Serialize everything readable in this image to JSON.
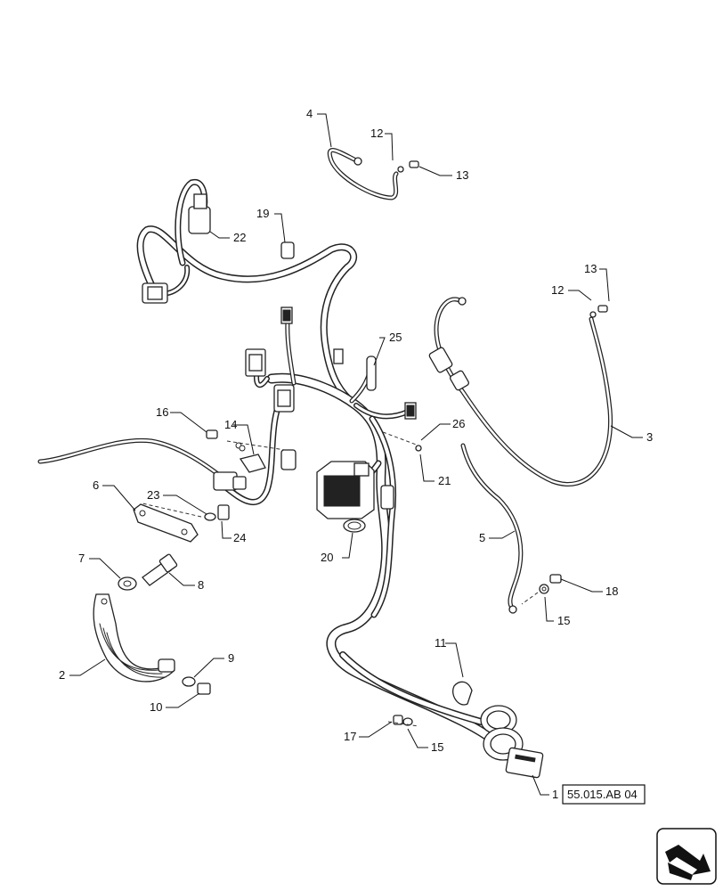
{
  "callouts": {
    "c1": "1",
    "c2": "2",
    "c3": "3",
    "c4": "4",
    "c5": "5",
    "c6": "6",
    "c7": "7",
    "c8": "8",
    "c9": "9",
    "c10": "10",
    "c11": "11",
    "c12a": "12",
    "c12b": "12",
    "c13a": "13",
    "c13b": "13",
    "c14": "14",
    "c15a": "15",
    "c15b": "15",
    "c16": "16",
    "c17": "17",
    "c18": "18",
    "c19": "19",
    "c20": "20",
    "c21": "21",
    "c22": "22",
    "c23": "23",
    "c24": "24",
    "c25": "25",
    "c26": "26"
  },
  "reference": "55.015.AB 04",
  "nav_icon": "next-page-arrow-icon"
}
